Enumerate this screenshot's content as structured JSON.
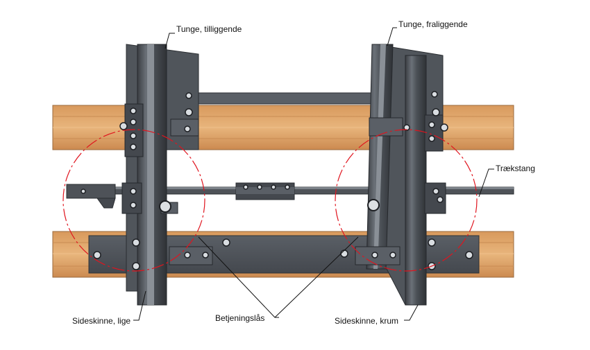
{
  "labels": {
    "tunge_tilliggende": "Tunge, tilliggende",
    "tunge_fraliggende": "Tunge, fraliggende",
    "traekstang": "Trækstang",
    "sideskinne_lige": "Sideskinne, lige",
    "betjeningslaas": "Betjeningslås",
    "sideskinne_krum": "Sideskinne, krum"
  },
  "colors": {
    "wood": "#e0a468",
    "wood_dark": "#b97a45",
    "steel": "#4e5258",
    "steel_dark": "#33363b",
    "steel_light": "#7c8289",
    "callout_circle": "#e0141e"
  }
}
